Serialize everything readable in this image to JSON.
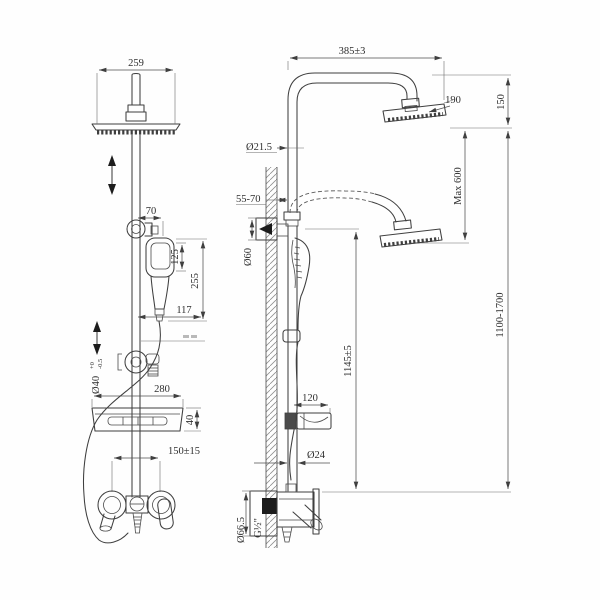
{
  "drawing": {
    "front_view": {
      "head_width": "259",
      "slider_offset": "70",
      "handshower_face_length": "125",
      "handshower_total_length": "255",
      "handshower_width": "117",
      "rail_diameter": "Ø40",
      "rail_tolerance_upper": "+0",
      "rail_tolerance_lower": "-0.5",
      "shelf_width": "280",
      "shelf_depth": "40",
      "inlet_spacing": "150±15"
    },
    "side_view": {
      "arm_reach": "385±3",
      "head_size": "190",
      "head_drop": "150",
      "arm_pipe_diameter": "Ø21.5",
      "wall_clearance": "55-70",
      "bracket_diameter": "Ø60",
      "max_head_travel": "Max 600",
      "column_height_range": "1100-1700",
      "hose_outlet_height": "1145±5",
      "shelf_projection": "120",
      "column_pipe_diameter": "Ø24",
      "escutcheon_diameter": "Ø66.5",
      "thread_size": "G½\""
    }
  }
}
